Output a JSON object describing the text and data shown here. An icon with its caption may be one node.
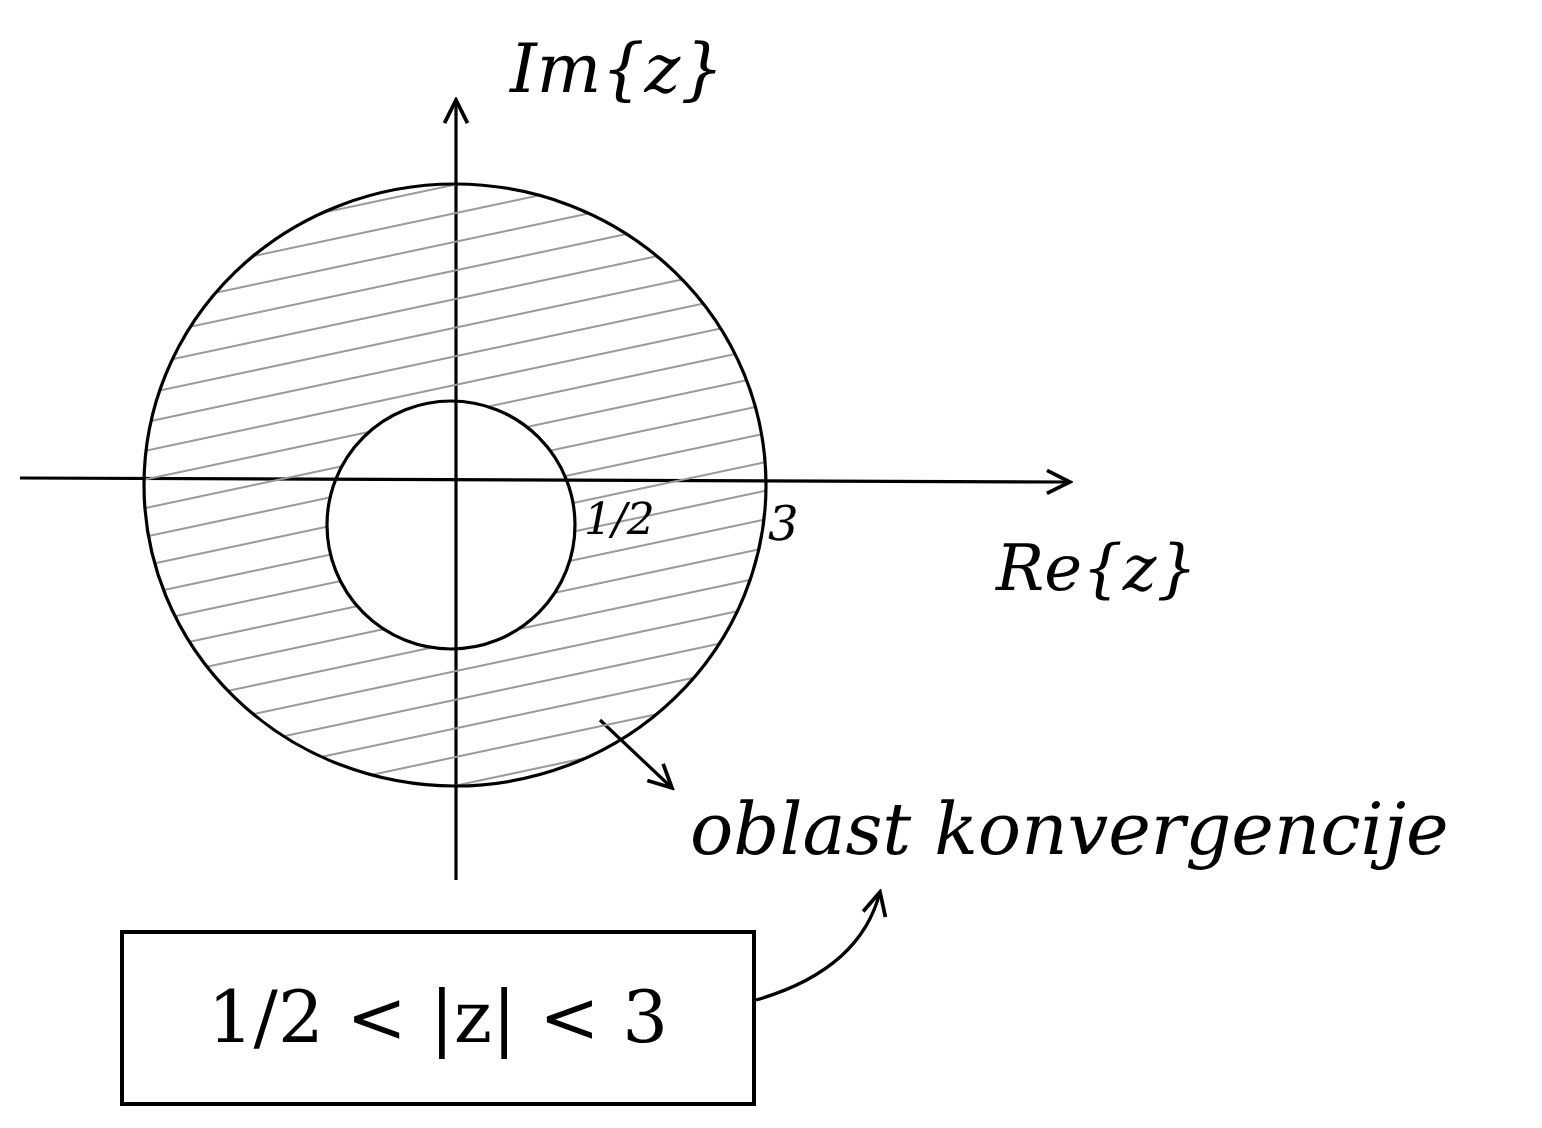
{
  "diagram": {
    "nodes": [
      {
        "text": [
          "oblast konvergencije"
        ]
      },
      {
        "text": [],
        "shape": "ring"
      },
      {
        "text": [
          "1/2 < |z| < 3"
        ]
      }
    ],
    "edges": [
      {
        "from": 1,
        "to": 0,
        "arrow": "to"
      },
      {
        "from": 2,
        "to": 0,
        "arrow": "to"
      }
    ],
    "labels": [
      "Im{z}",
      "1/2",
      "3",
      "Re{z}"
    ]
  }
}
